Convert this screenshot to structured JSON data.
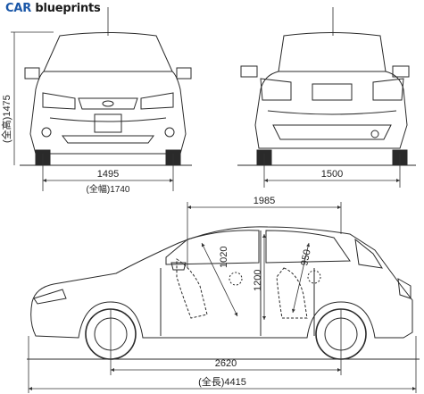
{
  "brand": {
    "car": "CAR",
    "blueprints": "blueprints",
    "car_color": "#1a57a8"
  },
  "dimensions": {
    "front_height": "(全高)1475",
    "front_track": "1495",
    "front_width_partial": "(全幅)1740",
    "rear_track": "1500",
    "cabin_length": "1985",
    "seat_front": "1020",
    "seat_height": "1200",
    "seat_rear": "950",
    "wheelbase": "2620",
    "overall_length": "(全長)4415"
  },
  "colors": {
    "line": "#2a2a2a",
    "dim": "#333333",
    "background": "#ffffff"
  }
}
